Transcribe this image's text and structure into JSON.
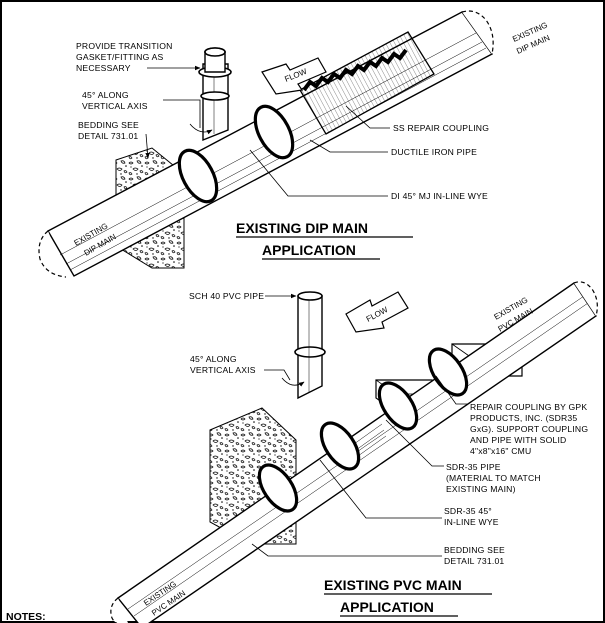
{
  "top_detail": {
    "title_line1": "EXISTING DIP MAIN",
    "title_line2": "APPLICATION",
    "labels": {
      "transition_1": "PROVIDE TRANSITION",
      "transition_2": "GASKET/FITTING AS",
      "transition_3": "NECESSARY",
      "axis_1": "45° ALONG",
      "axis_2": "VERTICAL AXIS",
      "bedding_1": "BEDDING SEE",
      "bedding_2": "DETAIL 731.01",
      "repair": "SS REPAIR COUPLING",
      "ductile": "DUCTILE IRON PIPE",
      "wye": "DI 45° MJ IN-LINE WYE",
      "flow": "FLOW",
      "existing_right_1": "EXISTING",
      "existing_right_2": "DIP MAIN",
      "existing_left_1": "EXISTING",
      "existing_left_2": "DIP MAIN"
    }
  },
  "bottom_detail": {
    "title_line1": "EXISTING PVC MAIN",
    "title_line2": "APPLICATION",
    "labels": {
      "sch40": "SCH 40 PVC PIPE",
      "axis_1": "45° ALONG",
      "axis_2": "VERTICAL AXIS",
      "repair_1": "REPAIR COUPLING BY GPK",
      "repair_2": "PRODUCTS, INC. (SDR35",
      "repair_3": "GxG). SUPPORT COUPLING",
      "repair_4": "AND PIPE WITH SOLID",
      "repair_5": "4\"x8\"x16\" CMU",
      "sdr_1": "SDR-35 PIPE",
      "sdr_2": "(MATERIAL TO MATCH",
      "sdr_3": "EXISTING MAIN)",
      "wye_1": "SDR-35 45°",
      "wye_2": "IN-LINE WYE",
      "bedding_1": "BEDDING SEE",
      "bedding_2": "DETAIL 731.01",
      "flow": "FLOW",
      "existing_right_1": "EXISTING",
      "existing_right_2": "PVC MAIN",
      "existing_left_1": "EXISTING",
      "existing_left_2": "PVC MAIN"
    }
  },
  "notes_heading": "NOTES:"
}
